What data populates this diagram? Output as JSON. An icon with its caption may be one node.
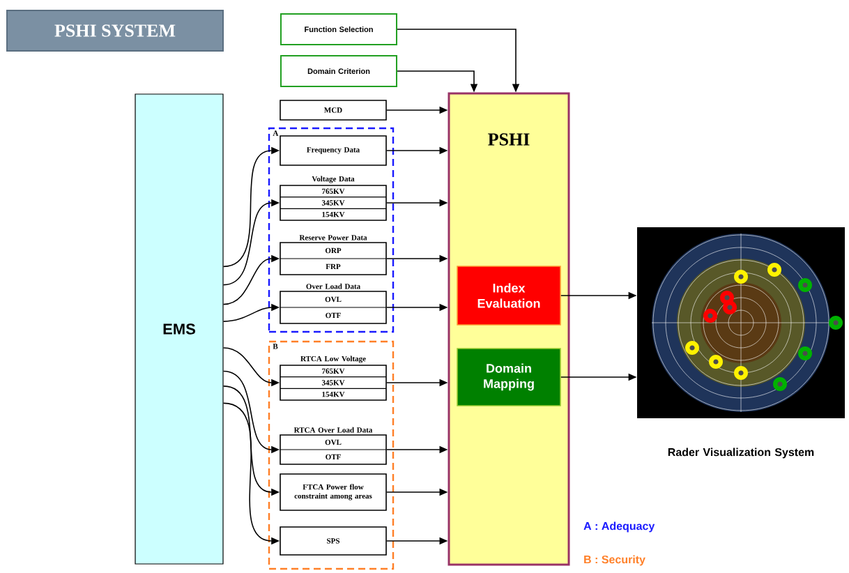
{
  "diagram": {
    "title": "PSHI SYSTEM",
    "nodes": [
      {
        "text": [
          "Function Selection"
        ]
      },
      {
        "text": [
          "Domain Criterion"
        ]
      },
      {
        "text": [
          "EMS"
        ]
      },
      {
        "text": [
          "MCD"
        ]
      },
      {
        "text": [
          "A"
        ]
      },
      {
        "text": [
          "Frequency Data"
        ],
        "in": 4
      },
      {
        "text": [
          "Voltage Data",
          "765KV",
          "345KV",
          "154KV"
        ],
        "in": 4
      },
      {
        "text": [
          "Reserve Power Data",
          "ORP",
          "FRP"
        ],
        "in": 4
      },
      {
        "text": [
          "Over Load Data",
          "OVL",
          "OTF"
        ],
        "in": 4
      },
      {
        "text": [
          "B"
        ]
      },
      {
        "text": [
          "RTCA Low Voltage",
          "765KV",
          "345KV",
          "154KV"
        ],
        "in": 9
      },
      {
        "text": [
          "RTCA Over Load Data",
          "OVL",
          "OTF"
        ],
        "in": 9
      },
      {
        "text": [
          "FTCA Power flow constraint among areas"
        ],
        "in": 9
      },
      {
        "text": [
          "SPS"
        ],
        "in": 9
      },
      {
        "text": [
          "PSHI"
        ]
      },
      {
        "text": [
          "Index Evaluation"
        ],
        "in": 14
      },
      {
        "text": [
          "Domain Mapping"
        ],
        "in": 14
      },
      {
        "text": [],
        "shape": "picture",
        "beside": [
          "Rader Visualization System"
        ]
      }
    ],
    "edges": [
      {
        "from": 2,
        "to": 5,
        "arrow": "to"
      },
      {
        "from": 2,
        "to": 6,
        "arrow": "to"
      },
      {
        "from": 2,
        "to": 7,
        "arrow": "to"
      },
      {
        "from": 2,
        "to": 8,
        "arrow": "to"
      },
      {
        "from": 2,
        "to": 10,
        "arrow": "to"
      },
      {
        "from": 2,
        "to": 11,
        "arrow": "to"
      },
      {
        "from": 2,
        "to": 12,
        "arrow": "to"
      },
      {
        "from": 2,
        "to": 13,
        "arrow": "to"
      },
      {
        "from": 0,
        "to": 14,
        "arrow": "to"
      },
      {
        "from": 1,
        "to": 14,
        "arrow": "to"
      },
      {
        "from": 3,
        "to": 14,
        "arrow": "to"
      },
      {
        "from": 5,
        "to": 14,
        "arrow": "to"
      },
      {
        "from": 6,
        "to": 14,
        "arrow": "to"
      },
      {
        "from": 7,
        "to": 14,
        "arrow": "to"
      },
      {
        "from": 8,
        "to": 14,
        "arrow": "to"
      },
      {
        "from": 10,
        "to": 14,
        "arrow": "to"
      },
      {
        "from": 11,
        "to": 14,
        "arrow": "to"
      },
      {
        "from": 12,
        "to": 14,
        "arrow": "to"
      },
      {
        "from": 13,
        "to": 14,
        "arrow": "to"
      },
      {
        "from": 15,
        "to": 17,
        "arrow": "to"
      },
      {
        "from": 16,
        "to": 17,
        "arrow": "to"
      }
    ],
    "labels": [
      "A : Adequacy",
      "B : Security"
    ]
  }
}
